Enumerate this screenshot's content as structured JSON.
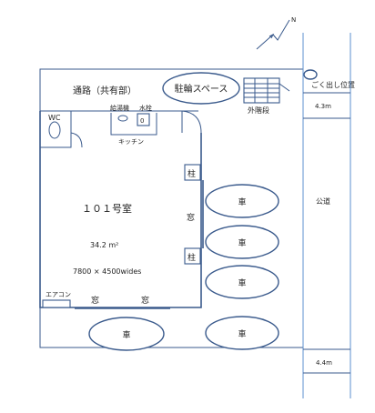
{
  "labels": {
    "north": "N",
    "corridor": "通路（共有部）",
    "bicycle": "駐輪スペース",
    "garbage": "ごく出し位置",
    "stairs": "外階段",
    "wc": "WC",
    "water_heater": "給湯機",
    "faucet": "水栓",
    "kitchen": "キッチン",
    "room": "１０１号室",
    "area": "34.2 m²",
    "size": "7800 × 4500wides",
    "pillar_top": "柱",
    "pillar_bottom": "柱",
    "window_side": "窓",
    "window_bottom_left": "窓",
    "window_bottom_right": "窓",
    "aircon": "エアコン",
    "road": "公道",
    "road_width_top": "4.3m",
    "road_width_bottom": "4.4m"
  },
  "cars": [
    "車",
    "車",
    "車",
    "車",
    "車"
  ]
}
